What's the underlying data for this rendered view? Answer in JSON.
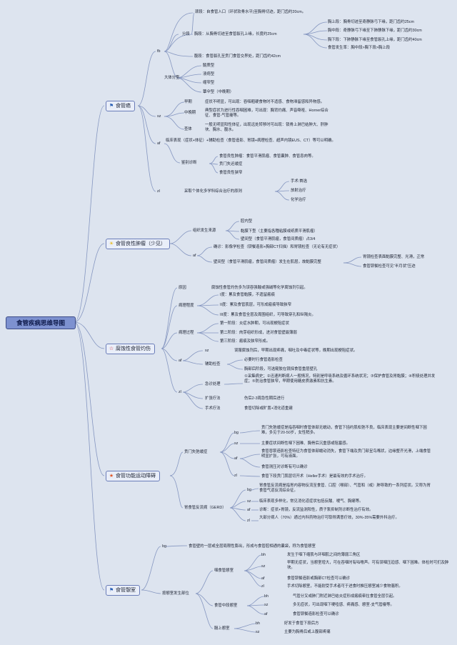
{
  "root": "食管疾病思维导图",
  "icons": {
    "cancer": "flag-icon",
    "benign": "sun-icon",
    "corrosive": "star-outline-icon",
    "motility": "star-icon",
    "diverticulum": "flag-icon"
  },
  "colors": {
    "background": "#dde4ef",
    "root_fill": "#7d91d0",
    "link": "#8596c0"
  },
  "cancer": {
    "title": "食管癌",
    "fb": "fb",
    "fenduan": "分段",
    "jingduan": "颈段：自食管入口（环状软骨水平)至胸骨切迹，距门齿约20cm。",
    "xiongduan": "胸段：从胸骨切迹至食管裂孔上缘，长度约25cm",
    "xiong_shang": "胸上段：胸骨切迹至奇静脉弓下缘，距门齿约25cm",
    "xiong_zhong": "胸中段：奇静脉弓下缘至下肺静脉下缘，距门齿约30cm",
    "xiong_xia": "胸下段：下肺静脉下缘至食管裂孔上缘，距门齿约40cm",
    "haofa": "食管发生率：胸中段>胸下段>胸上段",
    "fuduan": "腹段：食管裂孔至贲门食管交界处，距门齿约42cm",
    "dati": "大体分型",
    "dati_items": [
      "髓质型",
      "溃疡型",
      "缩窄型",
      "蕈伞型（中晚期）"
    ],
    "sz": "sz",
    "zaoqi": "早期",
    "zaoqi_t": "症状不明显，可出现：吞咽粗硬食物时不适感、食物滞留感和异物感。",
    "zhongwan": "中晚期",
    "zhongwan_t": "典型症状为进行性吞咽困难，可出现：胸背灼痛、声音嘶哑、Horner综合征、食管-气管瘘等。",
    "tizheng": "查体",
    "tizheng_t": "一般无明显阳性体征，出现远处转移时可出现：锁骨上淋巴结肿大、肝肿块、胸水、腹水。",
    "af": "af",
    "af_t": "临床表现（症状+体征）+辅助检查（食管造影、胃镜+病理检查、超声内镜EUS、CT）等可以明确。",
    "jianbie": "鉴别诊断",
    "jianbie_items": [
      "食管良性肿瘤：食管平滑肌瘤、食管囊肿、食管息肉等。",
      "贲门失迟缓症",
      "食管良性狭窄"
    ],
    "zl": "zl",
    "zl_t": "采取个体化多学科综合治疗的原则",
    "zl_items": [
      "手术:首选",
      "放射治疗",
      "化学治疗"
    ]
  },
  "benign": {
    "title": "食管良性肿瘤（少见）",
    "zuzhi": "组织发生来源",
    "zuzhi_items": [
      "腔内型",
      "黏膜下型（主要指各種粘膜或纸质平滑肌瘤）",
      "壁间型（食管平滑肌瘤，食管间质瘤）占3/4"
    ],
    "af": "af",
    "queding": "确诊：影像学检查（钡餐造影+胸部CT扫描）和胃镜检查（无论有无症状）",
    "bijian": "壁间型（食管平滑肌瘤，食管间质瘤）发生在肌层，故黏膜完整",
    "wj": "胃镜检查表面黏膜完整、光滑，正常",
    "gb": "食管钡餐检查可见“半月状”压迹"
  },
  "corrosive": {
    "title": "腐蚀性食管灼伤",
    "yuanyin": "原因",
    "yuanyin_t": "腐蚀性食管灼伤多为误吞强酸或强碱等化学腐蚀剂引起。",
    "chengdu": "病理程度",
    "chengdu_items": [
      "I度：累及食管黏膜，不遗留瘢痕",
      "II度：累及食管肌层，可形成瘢痕导致狭窄",
      "III度：累及食管全层及周围组织，可导致穿孔和纵隔炎。"
    ],
    "guocheng": "病理过程",
    "guocheng_items": [
      "第一阶段：炎症水肿期，可出现梗阻症状",
      "第二阶段：肉芽组织形成，进对食管壁最薄弱",
      "第三阶段：瘢痕及狭窄形成。"
    ],
    "af": "af",
    "sz": "sz",
    "sz_t": "误服腐蚀剂后，早期出现疼痛，咽吐及中毒症状等，晚期出现梗阻症状。",
    "fuzhu": "辅助检查",
    "fuzhu_items": [
      "必要时行食管造影检查",
      "胸部后阶段，可选窥胶在镜探食管重层壁孔"
    ],
    "zl": "zl",
    "jizhen": "急诊处理",
    "jizhen_t": "①采集病史；②迅速判断病人一般情况，特别是呼吸系统及循环系统状况；③保护食管及胃黏膜；④积极处理并发症；⑤防治食管狭窄，早期使用糖皮质激素和抗生素。",
    "kuozhang": "扩张疗法",
    "kuozhang_t": "伤后2-3周急性期后进行",
    "shoushu": "手术疗法",
    "shoushu_t": "食管切除或旷置+消化道重建"
  },
  "motility": {
    "title": "食管功能运动障碍",
    "bm": "贲门失弛缓症",
    "bm_bg": "bg",
    "bm_bg_t": "贲门失弛缓症是指吞咽时食管体部无蠕动，食管下括约肌松弛不良，临床表现主要是间断性咽下困难，多见于20-50岁，女性稍多。",
    "bm_sz": "sz",
    "bm_sz_t": "主要症状间断性咽下困难、胸骨后沉重感或阻塞感。",
    "bm_af": "af",
    "bm_af_t1": "食管吞钡造影检查特征为食管体部蠕动消失，食管下端及贲门部呈鸟嘴状，边缘整齐光滑，上端食管明显扩张，可有液面。",
    "bm_af_t2": "食管测压对诊断有可以确诊",
    "bm_zl": "zl",
    "bm_zl_t": "食管下段贲门肌层切开术（Heller手术）是最有效的手术治疗。",
    "gerd": "胃食管反流病（GERD）",
    "g_bg": "bg",
    "g_bg_t": "胃食管反流病是指胃内容物反流至食管、口腔（喉部）、气管和（或）肺导致的一系列症状。又称为胃食管气道反流综合征。",
    "g_sz": "sz",
    "g_sz_t": "临床表现多样化，常见消化道症状包括反酸、嗳气、胸痛等。",
    "g_af": "af",
    "g_af_t": "诊断：症状+胃镜，反流监测阳性，质子泵抑制剂诊断性治疗有效。",
    "g_zl": "zl",
    "g_zl_t": "大部分病人（70%）通过内科药物治疗可取得满意疗效，30%-35%需要外科治疗。"
  },
  "diverticulum": {
    "title": "食管憩室",
    "bg": "bg",
    "bg_t": "食管壁的一层或全层局限性膨出，形成与食管腔相通的囊袋，称为食管憩室",
    "buwei": "按憩室发生部位",
    "yan": "咽食管憩室",
    "yan_bh": "bh",
    "yan_bh_t": "发生于咽下缩肌与环咽肌之间的薄弱三角区",
    "yan_sz": "sz",
    "yan_sz_t": "早期无症状，当憩室增大，可在吞咽时有咕噜声。可有误咽压迫感、咽下困难。体检时可扪及肿块。",
    "yan_af": "af",
    "yan_af_t": "食管钡餐造影或胸部CT检查可以确诊",
    "yan_zl": "zl",
    "yan_zl_t": "手术切除憩室，不能耐受手术者可于进食时推压憩室减少食物潴积。",
    "mid": "食管中段憩室",
    "mid_bh": "bh",
    "mid_bh_t": "气管分叉或肺门附近淋巴结炎症形成瘢痕牵拉食管全层引起。",
    "mid_sz": "sz",
    "mid_sz_t": "多无症状，可出现咽下哽噎感、疼痛感、憩室-支气管瘘等。",
    "mid_af": "af",
    "mid_af_t": "食管钡餐造影检查可以确诊",
    "low": "膈上憩室",
    "low_bh": "bh",
    "low_bh_t": "好发于食管下段后方",
    "low_sz": "sz",
    "low_sz_t": "主要为胸骨后或上腹部疼痛"
  }
}
